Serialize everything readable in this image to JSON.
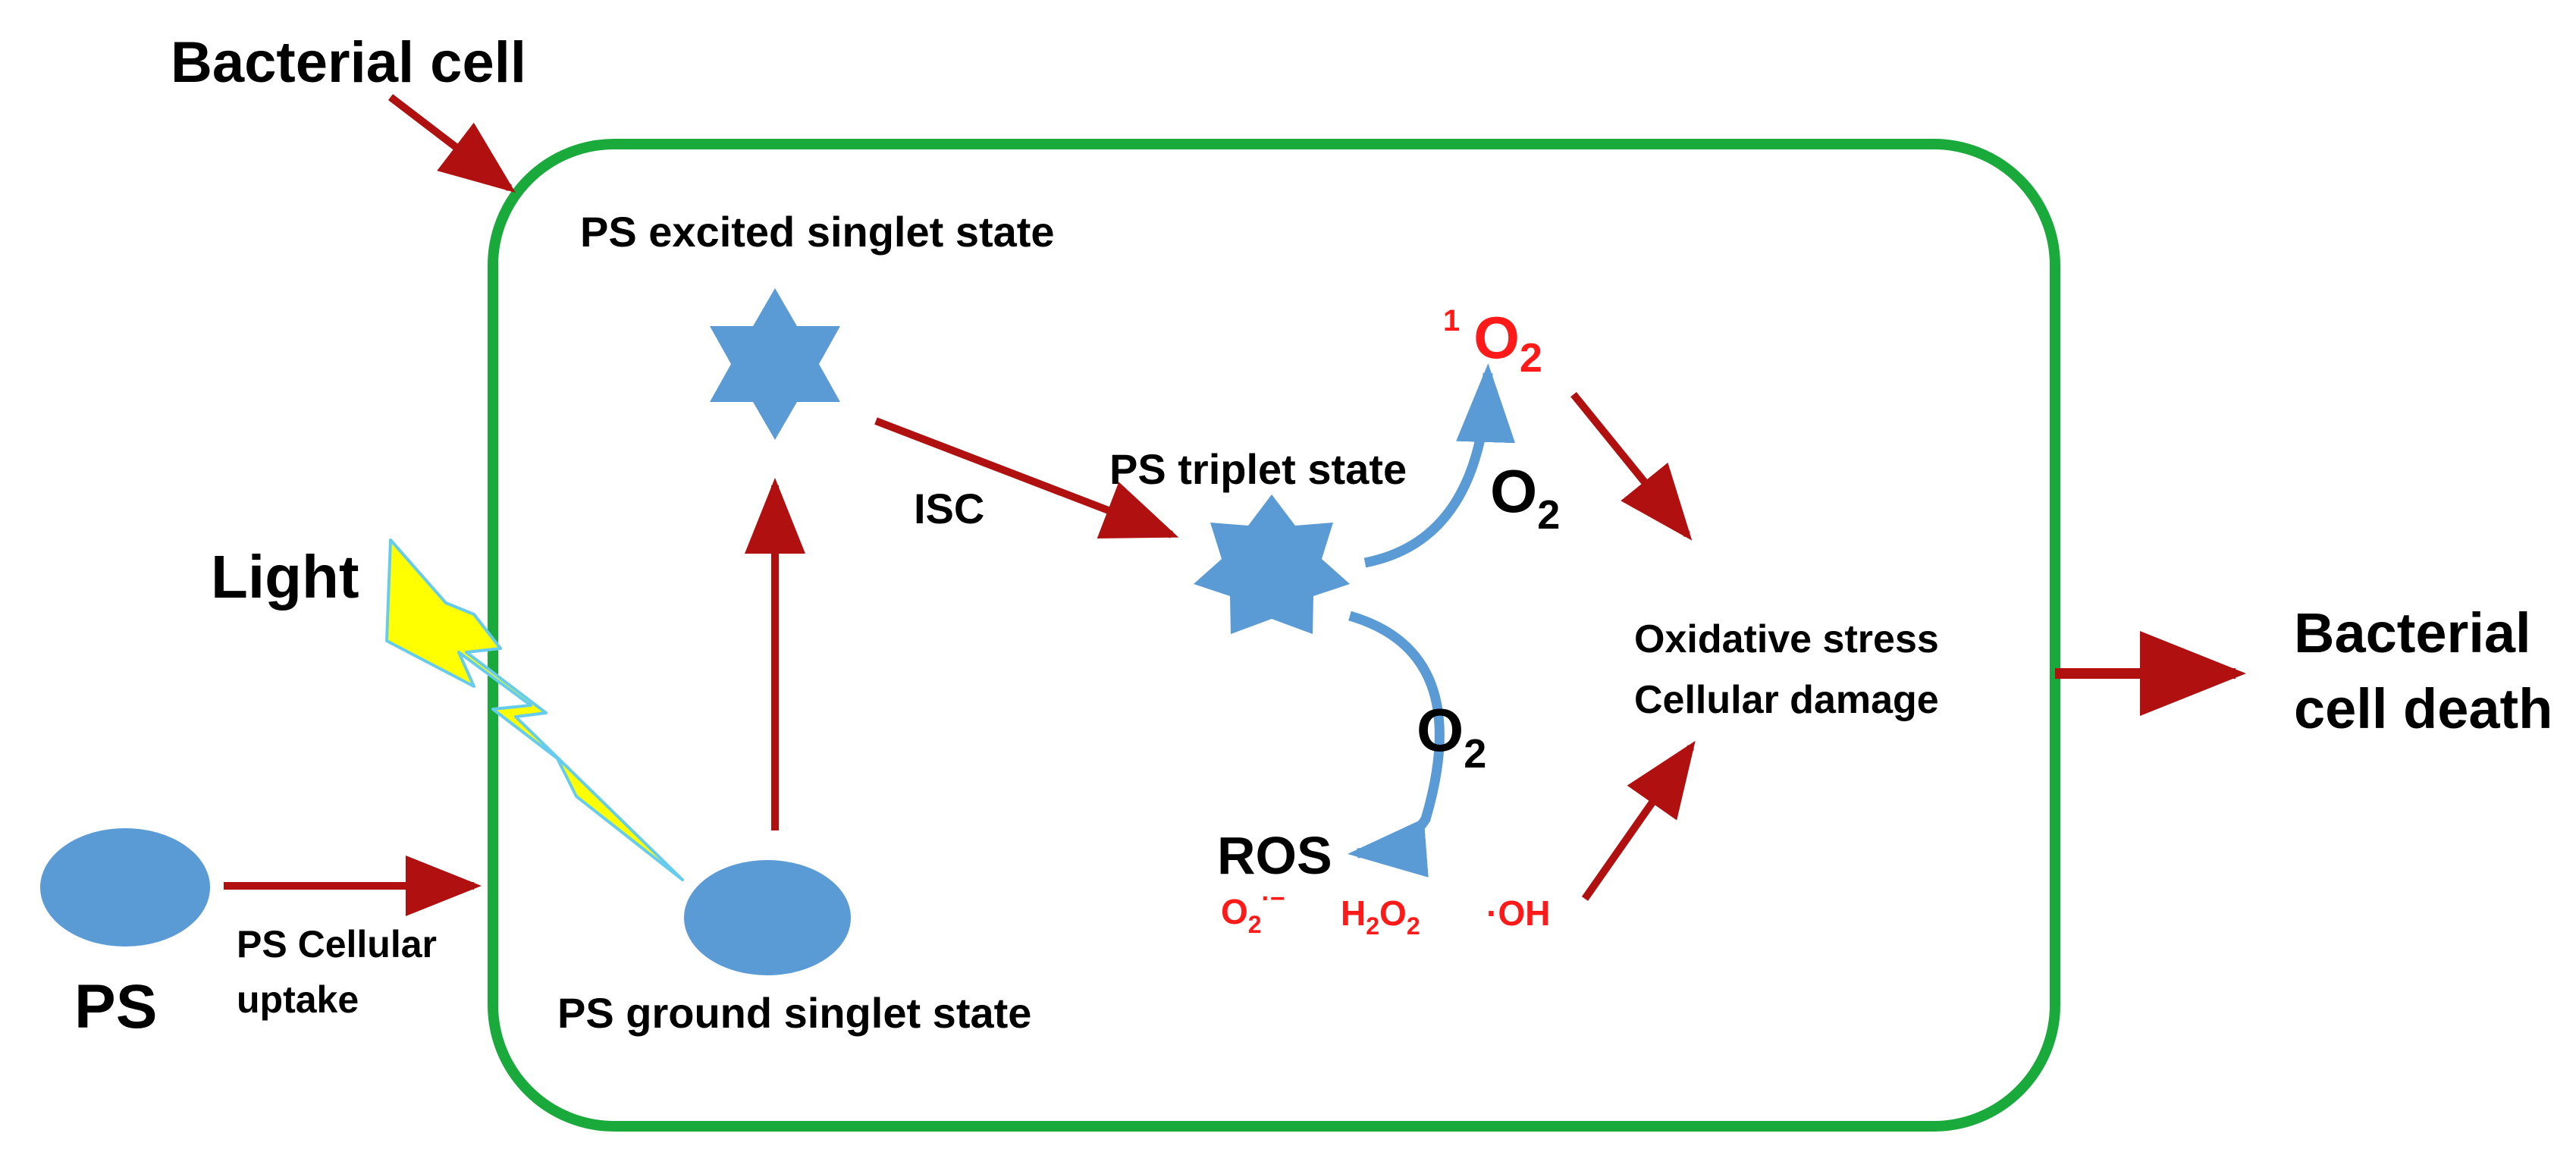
{
  "labels": {
    "bacterial_cell": "Bacterial cell",
    "ps_excited_singlet": "PS excited singlet state",
    "ps_triplet": "PS triplet state",
    "isc": "ISC",
    "light": "Light",
    "ps": "PS",
    "ps_uptake_line1": "PS Cellular",
    "ps_uptake_line2": "uptake",
    "ps_ground_singlet": "PS ground singlet state",
    "singlet_oxygen_sup": "1",
    "singlet_oxygen_main": "O",
    "singlet_oxygen_sub": "2",
    "o2_main": "O",
    "o2_sub": "2",
    "ros": "ROS",
    "superoxide_main": "O",
    "superoxide_sub": "2",
    "superoxide_sup": "·−",
    "h2o2_h": "H",
    "h2o2_sub1": "2",
    "h2o2_o": "O",
    "h2o2_sub2": "2",
    "hydroxyl": "·OH",
    "oxidative_stress": "Oxidative stress",
    "cellular_damage": "Cellular damage",
    "death_line1": "Bacterial",
    "death_line2": "cell death"
  },
  "colors": {
    "cell_border": "#1aaa3c",
    "arrow_red": "#b01010",
    "ps_blue": "#5b9bd5",
    "curve_blue": "#5b9bd5",
    "reactive_red": "#ff1a1a",
    "lightning_fill": "#ffff00",
    "lightning_stroke": "#66ccee",
    "text": "#000000"
  },
  "icons": {
    "excited_state": "six-point-star-icon",
    "triplet_state": "seven-point-star-icon",
    "light": "lightning-bolt-icon",
    "ps_molecule": "ellipse-icon"
  }
}
